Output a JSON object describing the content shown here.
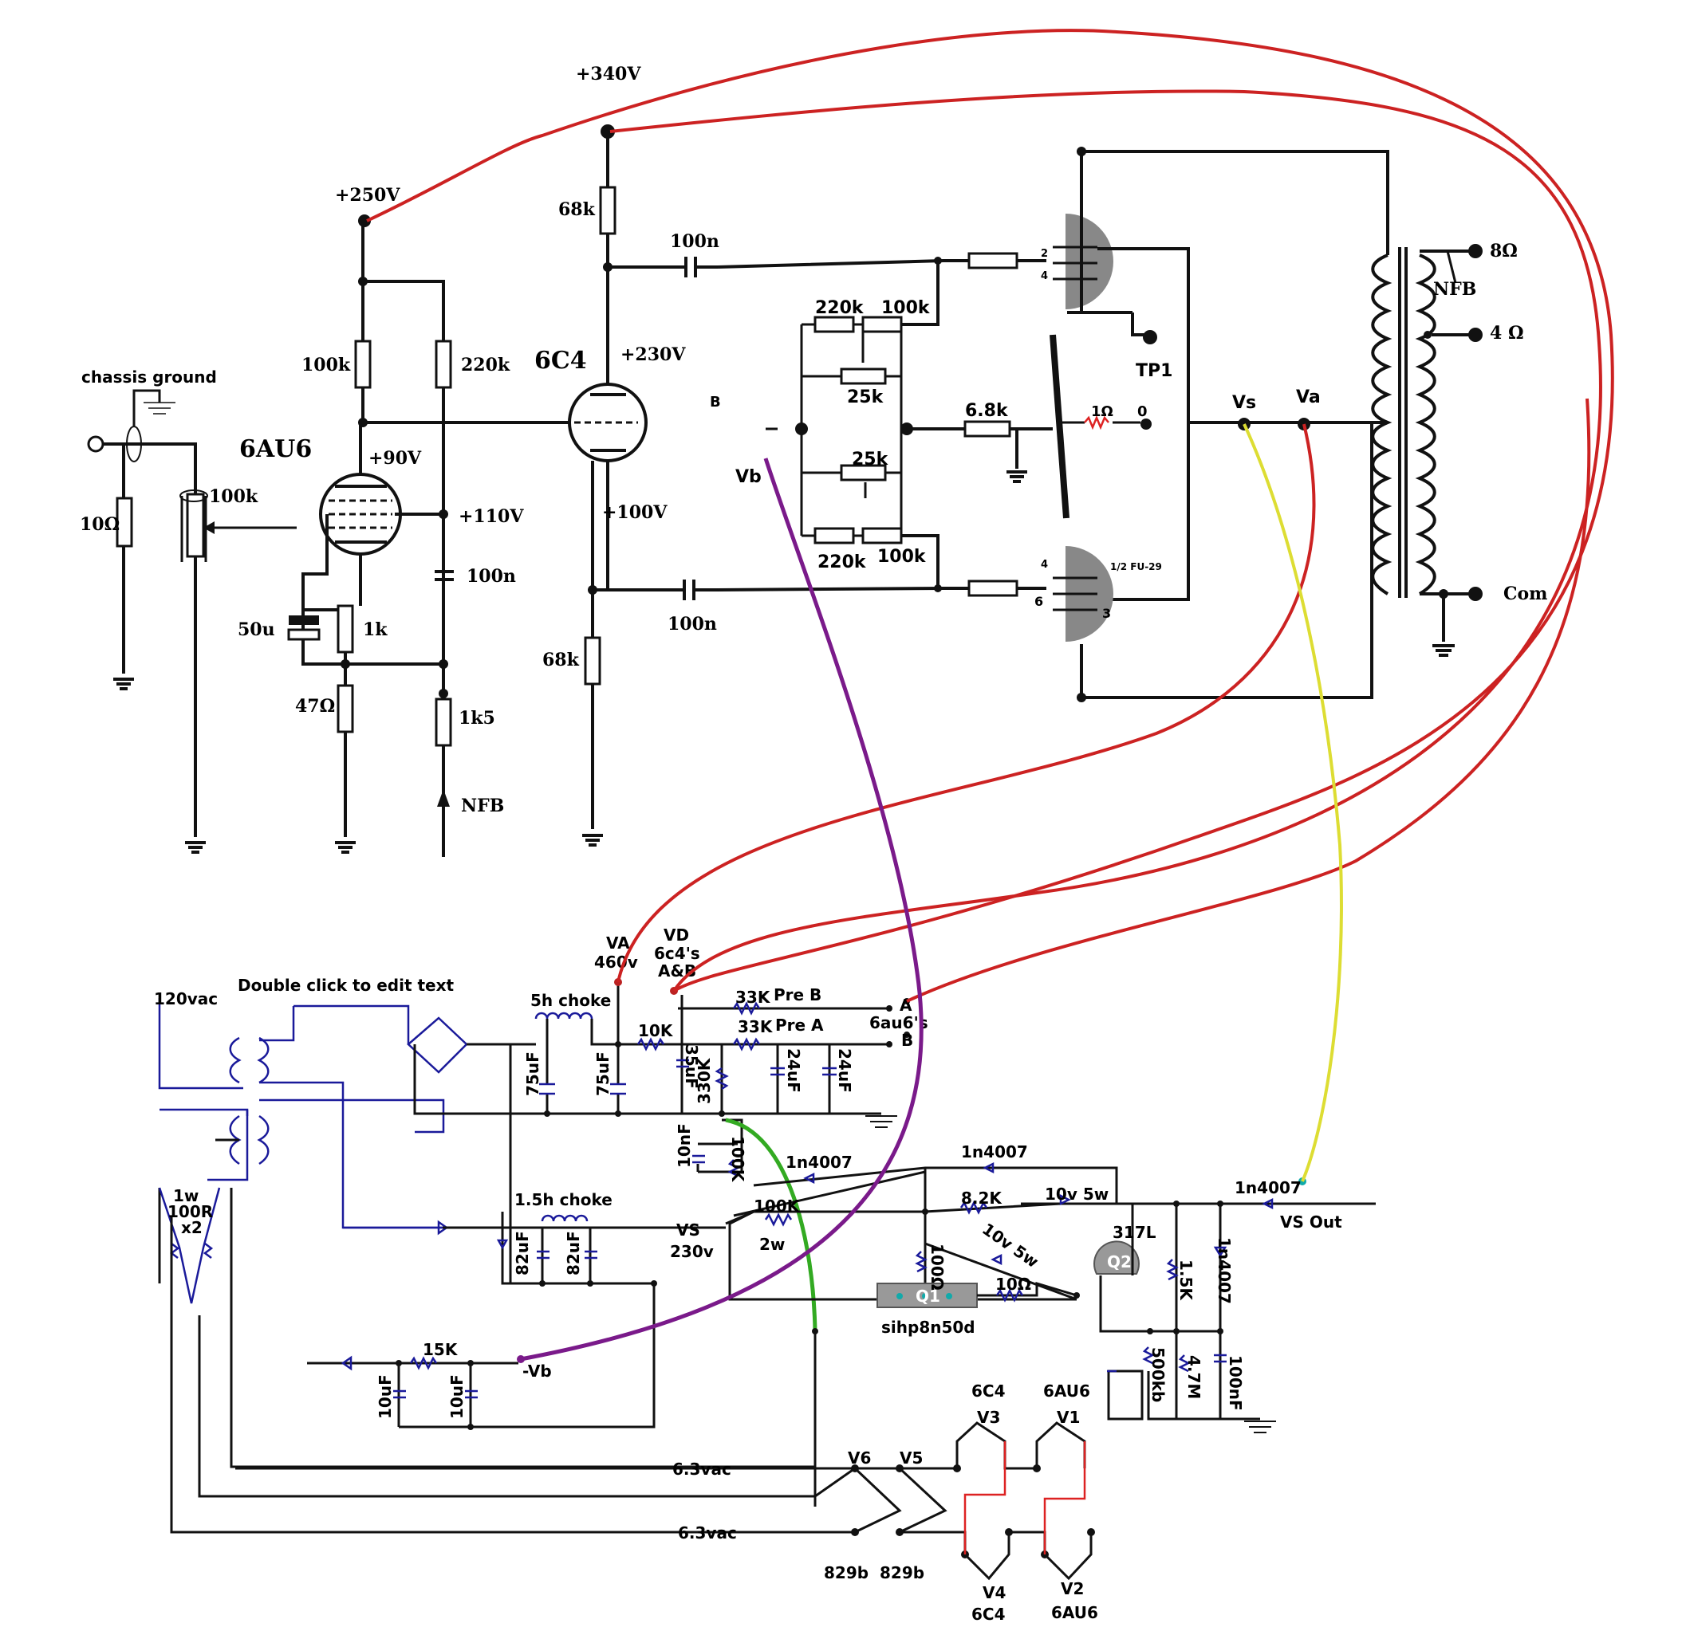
{
  "amp": {
    "v340": "+340V",
    "v250": "+250V",
    "v230": "+230V",
    "v100": "+100V",
    "v90": "+90V",
    "v110": "+110V",
    "tube_6c4": "6C4",
    "tube_6au6": "6AU6",
    "chassis_ground": "chassis ground",
    "r_68k_top": "68k",
    "r_68k_bot": "68k",
    "c_100n_top": "100n",
    "c_100n_bot": "100n",
    "c_100n_mid": "100n",
    "r_100k": "100k",
    "r_220k": "220k",
    "r_1k": "1k",
    "r_47": "47Ω",
    "r_1k5": "1k5",
    "nfb_in": "NFB",
    "r_10": "10Ω",
    "pot_100k": "100k",
    "c_50u": "50u",
    "bias_220k_top": "220k",
    "bias_100k_top": "100k",
    "bias_25k_top": "25k",
    "bias_25k_bot": "25k",
    "bias_220k_bot": "220k",
    "bias_100k_bot": "100k",
    "r_6_8k": "6.8k",
    "r_1ohm": "1Ω",
    "zero": "0",
    "tp1": "TP1",
    "vb": "Vb",
    "b": "B",
    "vs": "Vs",
    "va": "Va",
    "pin2": "2",
    "pin4_top": "4",
    "pin4_bot": "4",
    "pin6": "6",
    "pin3": "3",
    "fu29": "1/2 FU-29",
    "out_8": "8Ω",
    "out_4": "4 Ω",
    "out_nfb": "NFB",
    "out_com": "Com"
  },
  "psu": {
    "ac_in": "120vac",
    "edit_text": "Double click to edit text",
    "choke_5h": "5h choke",
    "choke_15h": "1.5h choke",
    "va_label": "VA",
    "va_volts": "460v",
    "vd_label": "VD",
    "vd_sub1": "6c4's",
    "vd_sub2": "A&B",
    "r_33k_b": "33K",
    "pre_b": "Pre B",
    "r_33k_a": "33K",
    "pre_a": "Pre A",
    "r_10k": "10K",
    "term_a": "A",
    "term_b": "B",
    "term_6au6s": "6au6's",
    "c75_1": "75uF",
    "c75_2": "75uF",
    "c35": "35uF",
    "r330k": "330K",
    "c24_1": "24uF",
    "c24_2": "24uF",
    "c10nf": "10nF",
    "r100k_a": "100K",
    "d1n4007_1": "1n4007",
    "d1n4007_2": "1n4007",
    "d1n4007_3": "1n4007",
    "d1n4007_4": "1n4007",
    "res_1w": "1w",
    "res_100r": "100R",
    "res_x2": "x2",
    "r100k_2w": "100K",
    "w2": "2w",
    "vs_label": "VS",
    "vs_volts": "230v",
    "r8_2k": "8.2K",
    "z10v_1": "10v 5w",
    "z10v_2": "10v 5w",
    "r100": "100Ω",
    "q1": "Q1",
    "q1_part": "sihp8n50d",
    "r10": "10Ω",
    "reg": "317L",
    "q2": "Q2",
    "r1_5k": "1.5K",
    "r4_7m": "4.7M",
    "c100nf": "100nF",
    "pot500k": "500kb",
    "vs_out": "VS Out",
    "c82_1": "82uF",
    "c82_2": "82uF",
    "r15k": "15K",
    "neg_vb": "-Vb",
    "c10uf_1": "10uF",
    "c10uf_2": "10uF",
    "vac63_1": "6.3vac",
    "vac63_2": "6.3vac",
    "v6": "V6",
    "v5": "V5",
    "b829_1": "829b",
    "b829_2": "829b",
    "h_6c4_top": "6C4",
    "h_v3": "V3",
    "h_6au6_top": "6AU6",
    "h_v1": "V1",
    "h_v4": "V4",
    "h_6c4_bot": "6C4",
    "h_v2": "V2",
    "h_6au6_bot": "6AU6"
  },
  "colors": {
    "va_wire": "#cc2222",
    "vs_wire": "#dddd33",
    "vb_wire": "#7a1a8a",
    "green_wire": "#33aa22",
    "psu_wire": "#1a1a9a"
  }
}
